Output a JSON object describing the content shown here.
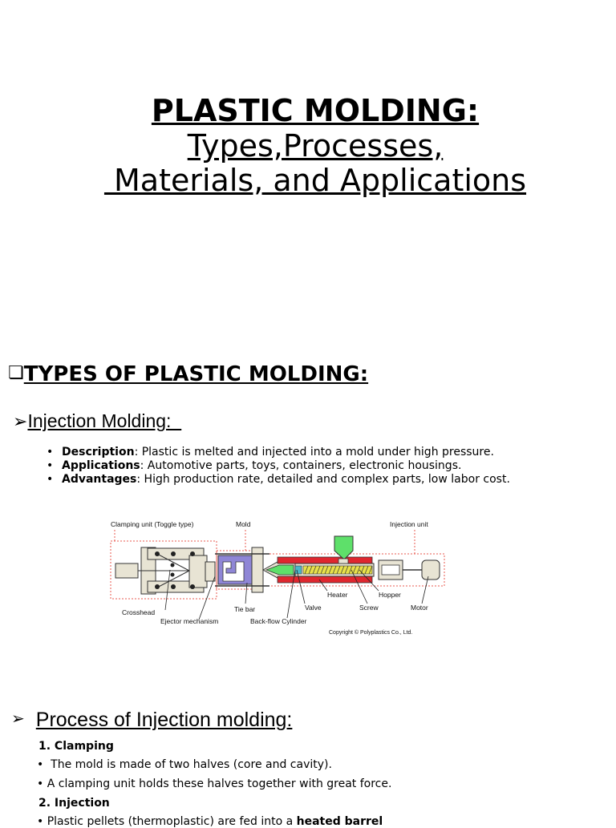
{
  "title": {
    "main": "PLASTIC MOLDING:",
    "sub_line1": "Types,Processes,",
    "sub_line2": " Materials, and Applications"
  },
  "types_section": {
    "marker": "❏",
    "heading": "TYPES OF PLASTIC MOLDING:"
  },
  "injection": {
    "marker": "➢",
    "heading": "Injection Molding:  ",
    "bullets": [
      {
        "label": "Description",
        "text": ": Plastic is melted and injected into a mold under high pressure."
      },
      {
        "label": "Applications",
        "text": ": Automotive parts, toys, containers, electronic housings."
      },
      {
        "label": "Advantages",
        "text": ": High production rate, detailed and complex parts, low labor cost."
      }
    ]
  },
  "diagram": {
    "labels": {
      "clamping_unit": "Clamping unit (Toggle type)",
      "mold": "Mold",
      "injection_unit": "Injection unit",
      "heater": "Heater",
      "hopper": "Hopper",
      "crosshead": "Crosshead",
      "tie_bar": "Tie bar",
      "valve": "Valve",
      "screw": "Screw",
      "motor": "Motor",
      "ejector": "Ejector mechanism",
      "backflow": "Back-flow Cylinder",
      "copyright": "Copyright © Polyplastics Co., Ltd."
    },
    "colors": {
      "mold": "#8f86d6",
      "hopper": "#5ee06a",
      "heater": "#e0262e",
      "screw": "#e8e14a",
      "frame": "#e8e4d4",
      "dashed": "#e8584f"
    }
  },
  "process": {
    "marker": "➢",
    "heading": "Process of Injection molding:",
    "step1": "1. Clamping",
    "step1_bullets": [
      "  The mold is made of two halves (core and cavity).",
      "A clamping unit holds these halves together with great force."
    ],
    "step2": "2. Injection",
    "step2_bullet_text": "Plastic pellets (thermoplastic) are fed into a ",
    "step2_bullet_bold": "heated barrel"
  }
}
